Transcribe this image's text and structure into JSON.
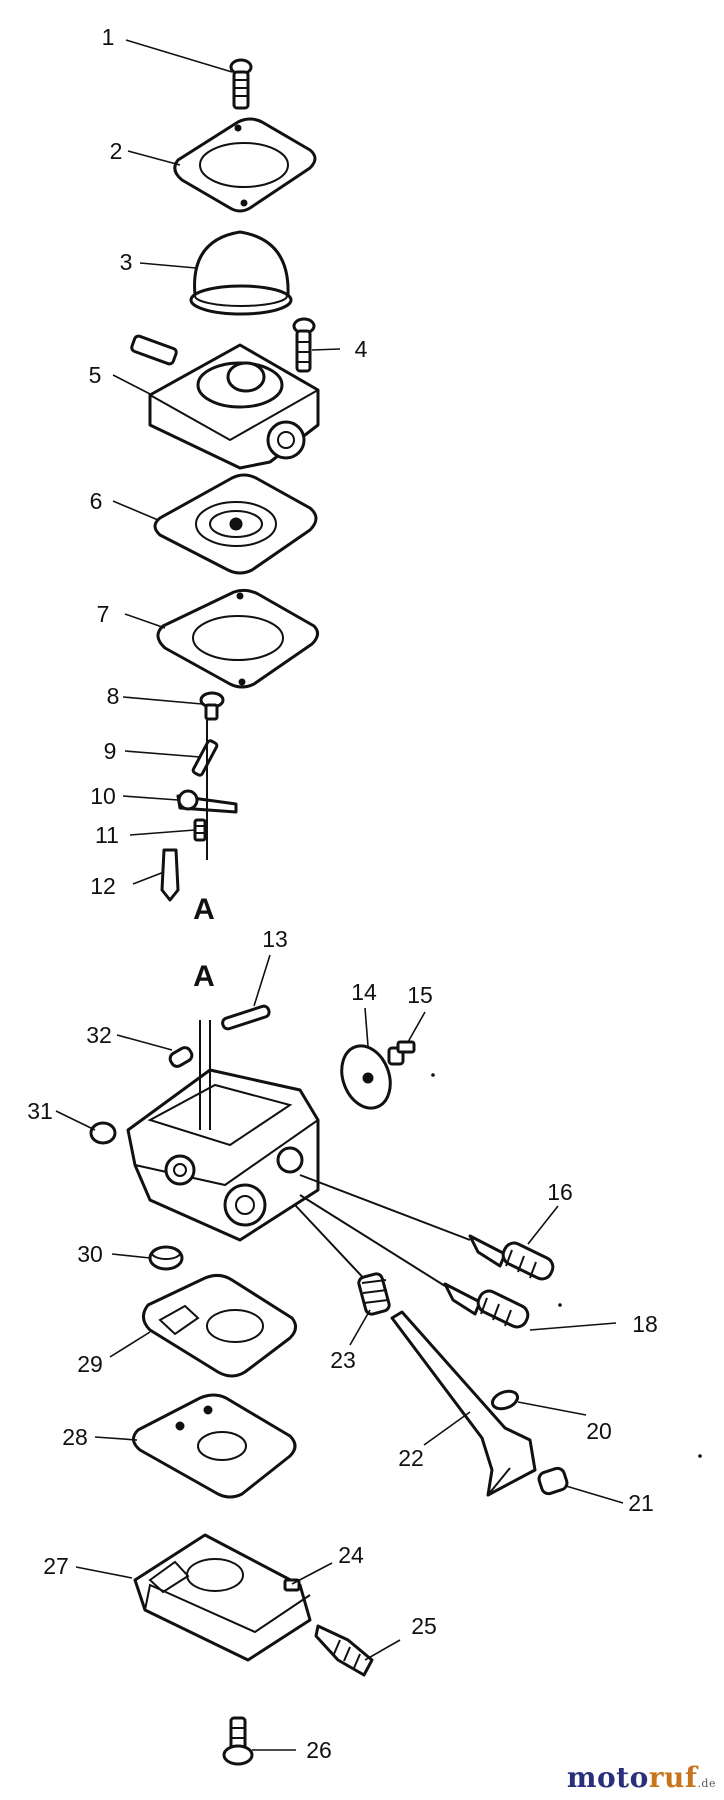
{
  "callouts": [
    "1",
    "2",
    "3",
    "4",
    "5",
    "6",
    "7",
    "8",
    "9",
    "10",
    "11",
    "12",
    "13",
    "14",
    "15",
    "16",
    "18",
    "20",
    "21",
    "22",
    "23",
    "24",
    "25",
    "26",
    "27",
    "28",
    "29",
    "30",
    "31",
    "32"
  ],
  "markers": [
    "A",
    "A"
  ],
  "watermark": {
    "part1": "moto",
    "part2": "ruf",
    "suffix": ".de"
  }
}
